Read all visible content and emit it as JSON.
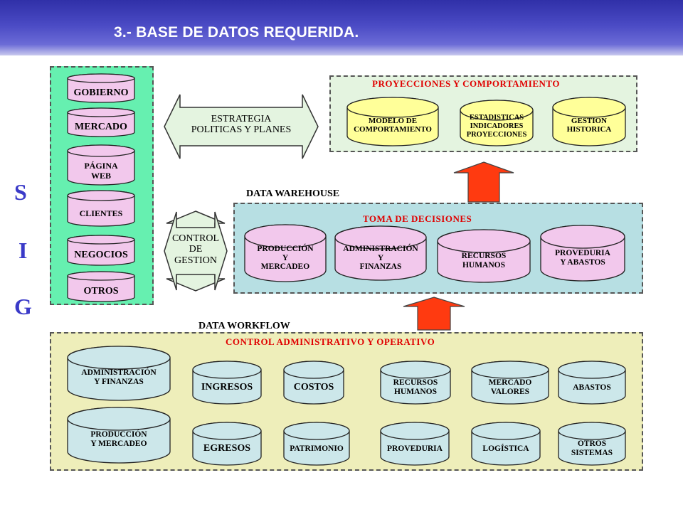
{
  "slide": {
    "title": "3.- BASE DE DATOS REQUERIDA."
  },
  "sig": [
    "S",
    "I",
    "G"
  ],
  "left_panel": {
    "items": [
      "GOBIERNO",
      "MERCADO",
      "PÁGINA\nWEB",
      "CLIENTES",
      "NEGOCIOS",
      "OTROS"
    ]
  },
  "arrows": {
    "strategy": "ESTRATEGIA\nPOLITICAS Y PLANES",
    "control": "CONTROL\nDE\nGESTION"
  },
  "projections": {
    "title": "PROYECCIONES  Y  COMPORTAMIENTO",
    "items": [
      "MODELO DE\nCOMPORTAMIENTO",
      "ESTADISTICAS\nINDICADORES\nPROYECCIONES",
      "GESTION\nHISTORICA"
    ]
  },
  "warehouse": {
    "label": "DATA WAREHOUSE",
    "title": "TOMA DE DECISIONES",
    "items": [
      "PRODUCCIÓN\nY\nMERCADEO",
      "ADMINISTRACIÓN\nY\nFINANZAS",
      "RECURSOS\nHUMANOS",
      "PROVEDURIA\nY ABASTOS"
    ]
  },
  "workflow": {
    "label": "DATA WORKFLOW",
    "title": "CONTROL ADMINISTRATIVO Y OPERATIVO",
    "big_items": [
      "ADMINISTRACIÓN\nY FINANZAS",
      "PRODUCCIÓN\nY MERCADEO"
    ],
    "row1": [
      "INGRESOS",
      "COSTOS",
      "RECURSOS\nHUMANOS",
      "MERCADO\nVALORES",
      "ABASTOS"
    ],
    "row2": [
      "EGRESOS",
      "PATRIMONIO",
      "PROVEDURIA",
      "LOGÍSTICA",
      "OTROS\nSISTEMAS"
    ]
  },
  "colors": {
    "header": "#3a3ab8",
    "sig": "#3a3ac8",
    "left_panel": "#66f0b0",
    "pink": "#f2c8ec",
    "cyan": "#cce7ea",
    "yellow": "#ffff99",
    "projections_bg": "#e4f4e0",
    "warehouse_bg": "#b7dfe3",
    "workflow_bg": "#eeeeba",
    "arrow_red": "#ff3a10",
    "title_red": "#e00000"
  }
}
